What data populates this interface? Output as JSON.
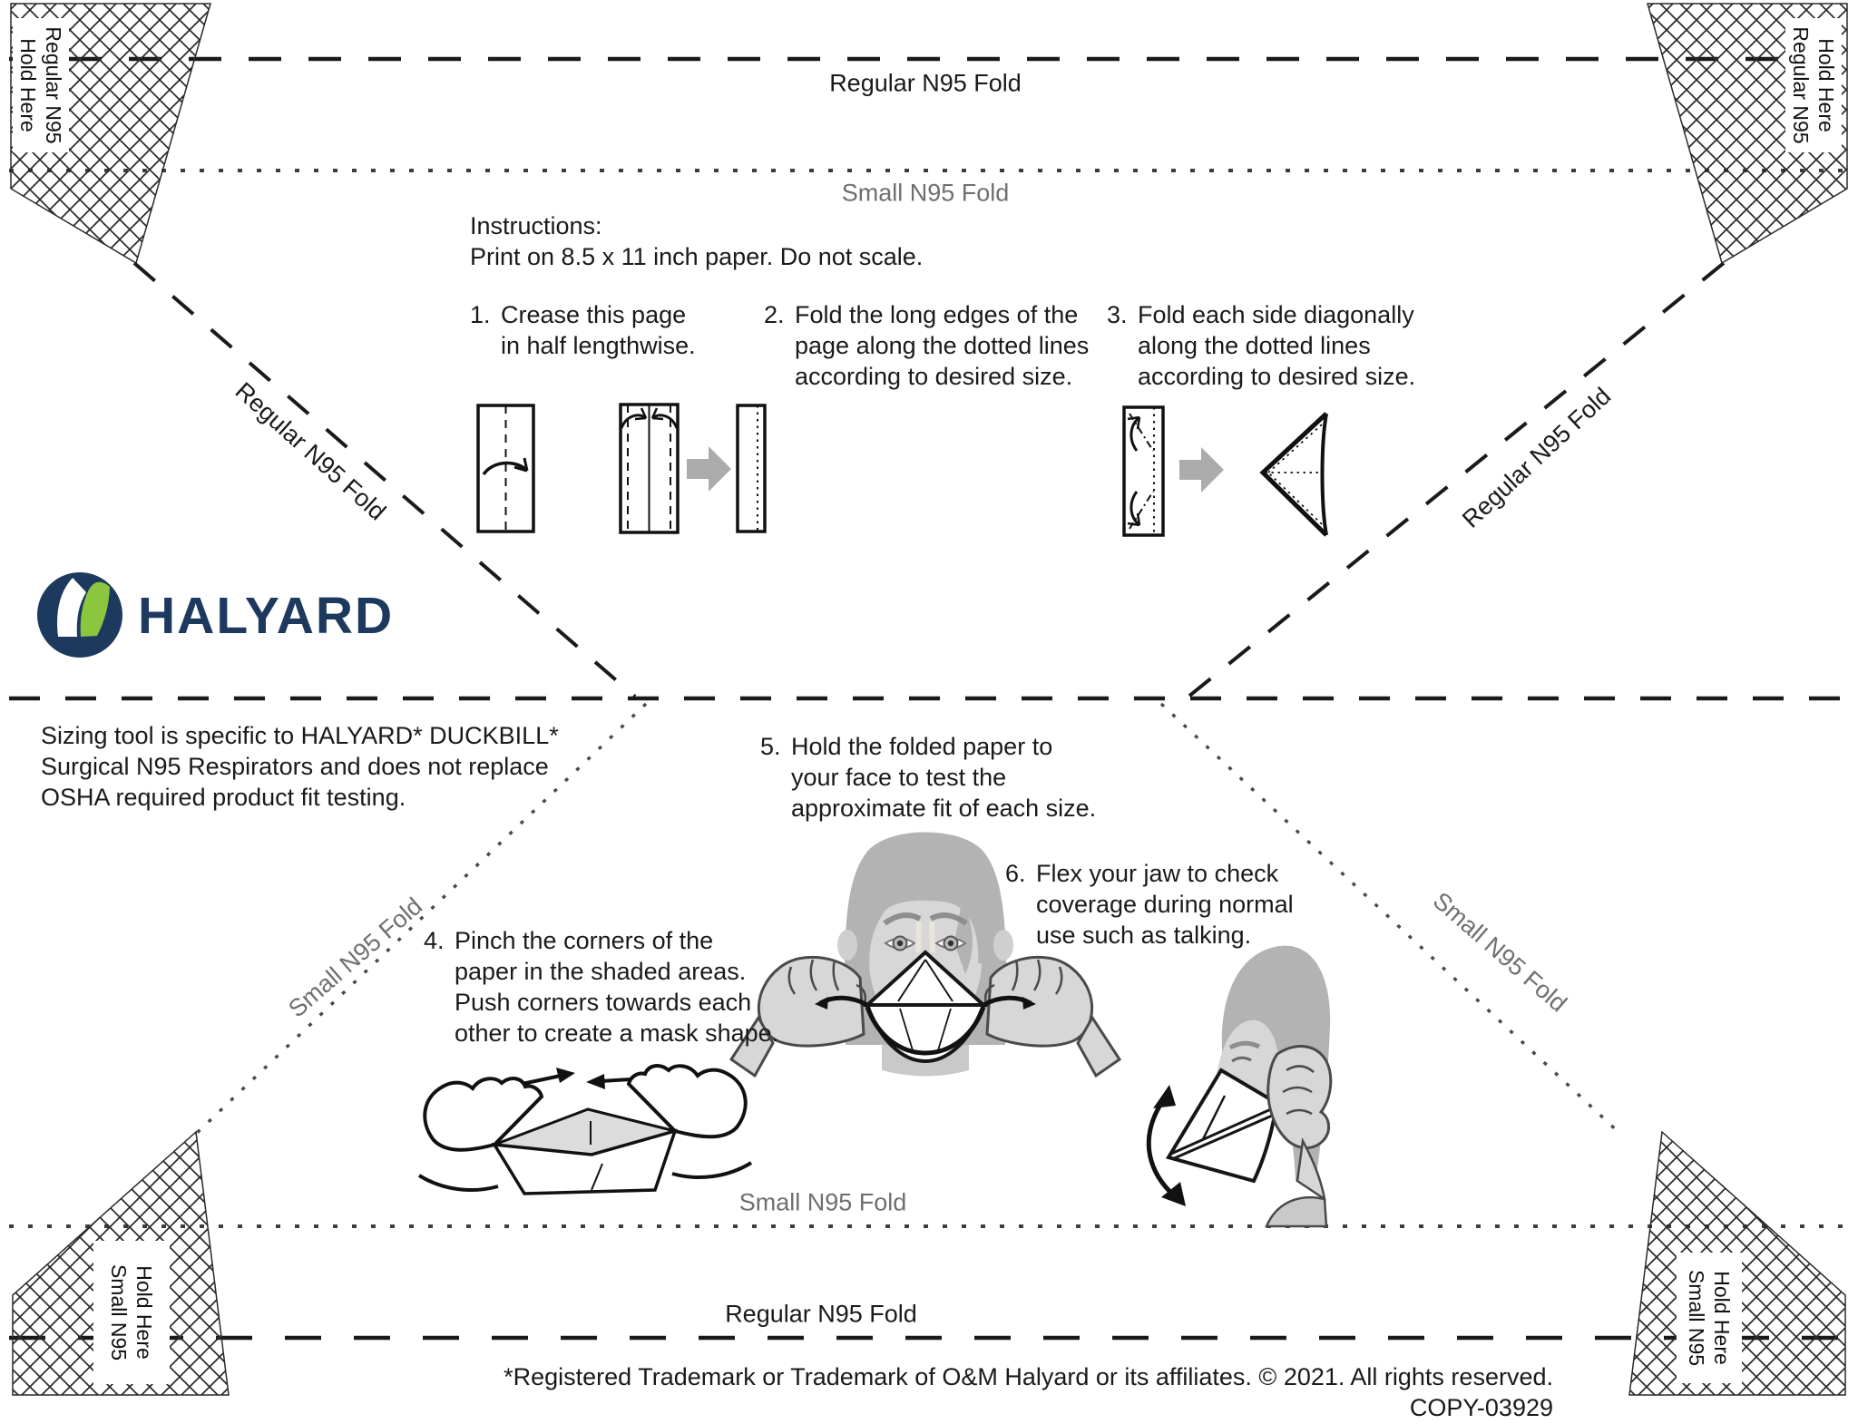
{
  "colors": {
    "navy": "#1d3a5e",
    "green": "#8cc63f",
    "fold_line_black": "#1a1a1a",
    "fold_line_gray": "#3d3d3d",
    "gray_label": "#6f6f6f",
    "arrow_gray": "#ababab",
    "illustration_hair": "#b3b3b3",
    "illustration_skin": "#d7d7d7"
  },
  "fold_labels": {
    "regular": "Regular N95 Fold",
    "small": "Small N95 Fold"
  },
  "hold_tabs": {
    "regular": "Regular N95",
    "small": "Small N95",
    "hold": "Hold Here"
  },
  "instructions": {
    "heading": "Instructions:",
    "note": "Print on 8.5 x 11 inch paper. Do not scale."
  },
  "steps": [
    {
      "num": "1.",
      "lines": [
        "Crease this page",
        "in half lengthwise."
      ]
    },
    {
      "num": "2.",
      "lines": [
        "Fold the long edges of the",
        "page along the dotted lines",
        "according to desired size."
      ]
    },
    {
      "num": "3.",
      "lines": [
        "Fold each side diagonally",
        "along the dotted lines",
        "according to desired size."
      ]
    },
    {
      "num": "4.",
      "lines": [
        "Pinch the corners of the",
        "paper in the shaded areas.",
        "Push corners towards each",
        "other to create a mask shape."
      ]
    },
    {
      "num": "5.",
      "lines": [
        "Hold the folded paper to",
        "your face to test the",
        "approximate fit of each size."
      ]
    },
    {
      "num": "6.",
      "lines": [
        "Flex your jaw to check",
        "coverage during normal",
        "use such as talking."
      ]
    }
  ],
  "brand": {
    "name": "HALYARD"
  },
  "disclaimer": {
    "lines": [
      "Sizing tool is specific to HALYARD* DUCKBILL*",
      "Surgical N95 Respirators and does not replace",
      "OSHA required product fit testing."
    ]
  },
  "footer": {
    "trademark": "*Registered Trademark or Trademark of O&M Halyard or its affiliates. © 2021. All rights reserved.",
    "code": "COPY-03929"
  }
}
